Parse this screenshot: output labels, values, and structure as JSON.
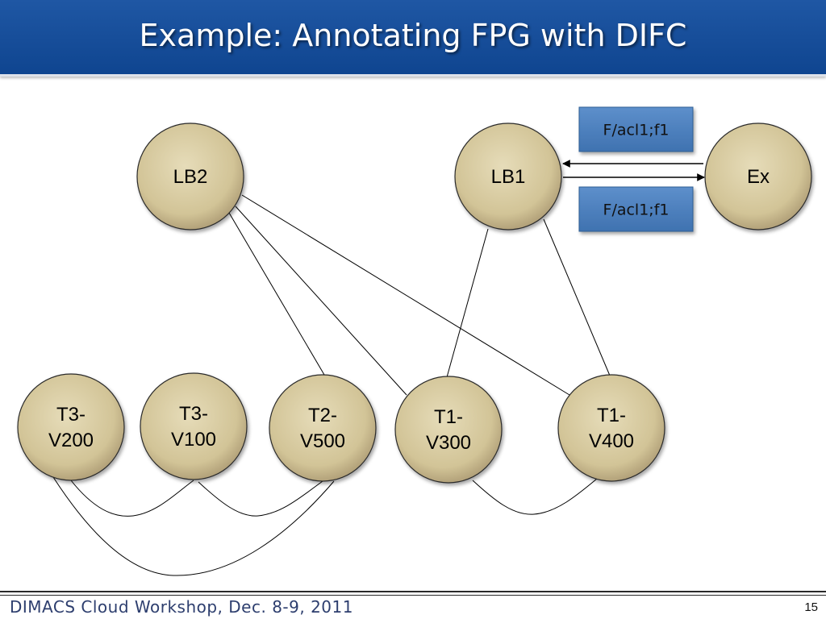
{
  "slide": {
    "title": "Example: Annotating FPG with DIFC",
    "footer": "DIMACS Cloud Workshop, Dec. 8-9, 2011",
    "page_number": "15"
  },
  "colors": {
    "title_bar": "#1a50a0",
    "node_fill": "#d9cfaa",
    "node_fill_dark": "#b8a67a",
    "label_box_fill": "#4f81bd"
  },
  "nodes": [
    {
      "id": "lb2",
      "lines": [
        "LB2"
      ]
    },
    {
      "id": "lb1",
      "lines": [
        "LB1"
      ]
    },
    {
      "id": "ex",
      "lines": [
        "Ex"
      ]
    },
    {
      "id": "t3v200",
      "lines": [
        "T3-",
        "V200"
      ]
    },
    {
      "id": "t3v100",
      "lines": [
        "T3-",
        "V100"
      ]
    },
    {
      "id": "t2v500",
      "lines": [
        "T2-",
        "V500"
      ]
    },
    {
      "id": "t1v300",
      "lines": [
        "T1-",
        "V300"
      ]
    },
    {
      "id": "t1v400",
      "lines": [
        "T1-",
        "V400"
      ]
    }
  ],
  "edges": [
    {
      "from": "lb2",
      "to": "t2v500"
    },
    {
      "from": "lb2",
      "to": "t1v300"
    },
    {
      "from": "lb2",
      "to": "t1v400"
    },
    {
      "from": "lb1",
      "to": "t1v300"
    },
    {
      "from": "lb1",
      "to": "t1v400"
    }
  ],
  "arrows": [
    {
      "from": "ex",
      "to": "lb1",
      "label": "F/acl1;f1"
    },
    {
      "from": "lb1",
      "to": "ex",
      "label": "F/acl1;f1"
    }
  ],
  "curves": [
    {
      "from": "t3v200",
      "to": "t3v100"
    },
    {
      "from": "t3v100",
      "to": "t2v500"
    },
    {
      "from": "t3v200",
      "to": "t2v500"
    },
    {
      "from": "t1v300",
      "to": "t1v400"
    }
  ]
}
